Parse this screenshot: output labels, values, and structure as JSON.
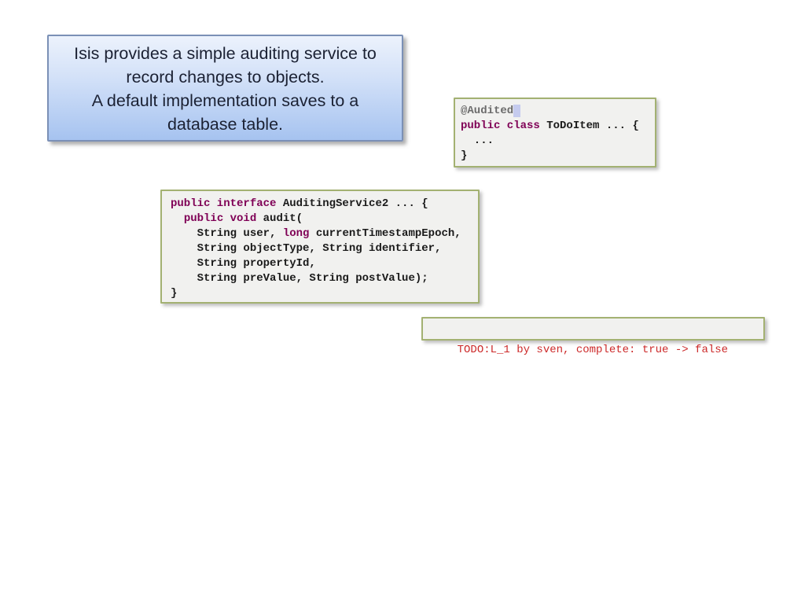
{
  "slide": {
    "background_color": "#ffffff",
    "callout": {
      "display_lines": [
        "Isis provides a simple auditing service to",
        "record changes to objects.",
        "A default implementation saves to a",
        "database table."
      ],
      "text_color": "#1b2133",
      "border_color": "#7b90b6",
      "gradient_top": "#ecf2fc",
      "gradient_bottom": "#a6c3f0"
    },
    "annotation_code_box": {
      "language": "java",
      "lines": [
        [
          {
            "text": "@Audited",
            "style": "annotation"
          },
          {
            "text": " ",
            "style": "cursor"
          }
        ],
        [
          {
            "text": "public class",
            "style": "keyword"
          },
          {
            "text": " ToDoItem ... {",
            "style": "plain"
          }
        ],
        [
          {
            "text": "  ...",
            "style": "plain"
          }
        ],
        [
          {
            "text": "}",
            "style": "plain"
          }
        ]
      ],
      "background_color": "#f1f1ef",
      "border_color": "#a3b172"
    },
    "interface_code_box": {
      "language": "java",
      "lines": [
        [
          {
            "text": "public interface",
            "style": "keyword"
          },
          {
            "text": " AuditingService2 ... {",
            "style": "plain"
          }
        ],
        [
          {
            "text": "  ",
            "style": "plain"
          },
          {
            "text": "public void",
            "style": "keyword"
          },
          {
            "text": " audit(",
            "style": "plain"
          }
        ],
        [
          {
            "text": "    String user, ",
            "style": "plain"
          },
          {
            "text": "long",
            "style": "keyword"
          },
          {
            "text": " currentTimestampEpoch,",
            "style": "plain"
          }
        ],
        [
          {
            "text": "    String objectType, String identifier,",
            "style": "plain"
          }
        ],
        [
          {
            "text": "    String propertyId,",
            "style": "plain"
          }
        ],
        [
          {
            "text": "    String preValue, String postValue);",
            "style": "plain"
          }
        ],
        [
          {
            "text": "}",
            "style": "plain"
          }
        ]
      ],
      "background_color": "#f1f1ef",
      "border_color": "#a3b172"
    },
    "todo_box": {
      "text": "TODO:L_1 by sven, complete: true -> false",
      "text_color": "#cc2929",
      "background_color": "#f1f1ef",
      "border_color": "#a3b172"
    },
    "colors": {
      "keyword": "#7f0055",
      "annotation": "#6b6b6b",
      "code_plain": "#1a1a1a",
      "cursor_highlight": "#c5cbee"
    }
  }
}
